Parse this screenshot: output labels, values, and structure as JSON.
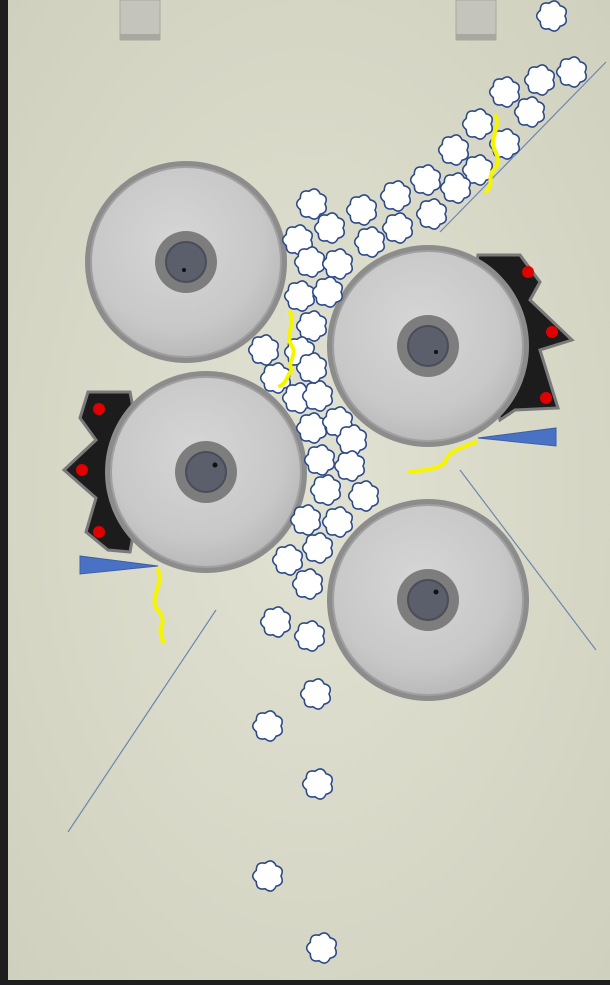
{
  "title": "",
  "colors": {
    "frame": "#1e1e1e",
    "background": "#dcdccb",
    "roller_face": "#cfcfcf",
    "roller_rim": "#8c8c8c",
    "hub_outer": "#7d7d7d",
    "hub_inner": "#5b5f6b",
    "bracket": "#1c1c1c",
    "bracket_edge": "#7a7a7a",
    "pivot_dot": "#e00000",
    "wedge": "#4a72c4",
    "fiber": "#f5f500",
    "cotton_fill": "#ffffff",
    "cotton_outline": "#2d4a8a",
    "guide_line": "#6e86b0"
  },
  "components": {
    "rollers": [
      "upper-left-roller",
      "upper-right-roller",
      "lower-left-roller",
      "lower-right-roller"
    ],
    "brackets": [
      "right-bracket",
      "left-bracket"
    ],
    "wedges": [
      "right-wedge",
      "left-wedge"
    ],
    "mounts": [
      "top-left-mount",
      "top-right-mount"
    ]
  }
}
